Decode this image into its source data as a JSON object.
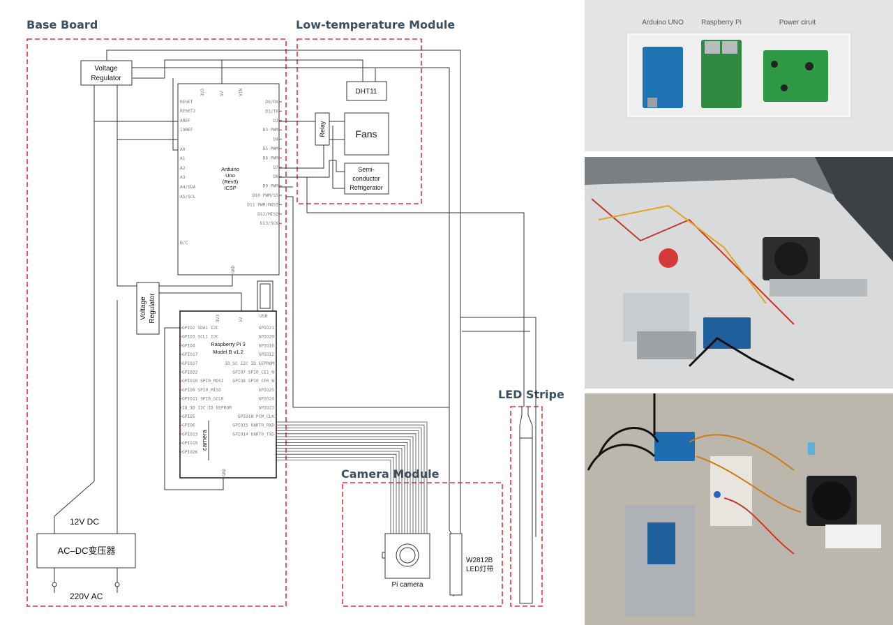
{
  "sections": {
    "base_board": "Base Board",
    "low_temp": "Low-temperature Module",
    "camera": "Camera Module",
    "led": "LED Stripe"
  },
  "components": {
    "voltage_regulator_1": [
      "Voltage",
      "Regulator"
    ],
    "voltage_regulator_2": [
      "Voltage",
      "Regulator"
    ],
    "dht11": "DHT11",
    "fans": "Fans",
    "relay": "Relay",
    "refrigerator": [
      "Semi-",
      "conductor",
      "Refrigerator"
    ],
    "arduino": [
      "Arduino",
      "Uno",
      "(Rev3)",
      "ICSP"
    ],
    "raspberry": [
      "Raspberry Pi 3",
      "Model B v1.2"
    ],
    "camera_ribbon": "camera",
    "pi_camera": "Pi camera",
    "led_strip": [
      "W2812B",
      "LED灯带"
    ],
    "power_supply": "AC–DC变压器",
    "dc_label": "12V DC",
    "ac_label": "220V AC"
  },
  "arduino_pins": {
    "top": [
      "3V3",
      "5V",
      "VIN"
    ],
    "left": [
      "RESET",
      "RESET2",
      "AREF",
      "IOREF",
      "A0",
      "A1",
      "A2",
      "A3",
      "A4/SDA",
      "A5/SCL",
      "N/C"
    ],
    "right": [
      "D0/RX",
      "D1/TX",
      "D2",
      "D3 PWM",
      "D4",
      "D5 PWM",
      "D6 PWM",
      "D7",
      "D8",
      "D9 PWM",
      "D10 PWM/SS",
      "D11 PWM/MOSI",
      "D12/MISO",
      "D13/SCK"
    ],
    "bottom": "GND"
  },
  "pi_pins": {
    "top": [
      "3V3",
      "5V",
      "USB"
    ],
    "left": [
      "GPIO2 SDA1 I2C",
      "GPIO3 SCL1 I2C",
      "GPIO4",
      "GPIO17",
      "GPIO27",
      "GPIO22",
      "GPIO10 SPI0_MOSI",
      "GPIO9 SPI0_MISO",
      "GPIO11 SPI0_SCLK",
      "ID_SD I2C ID EEPROM",
      "GPIO5",
      "GPIO6",
      "GPIO13",
      "GPIO19",
      "GPIO26"
    ],
    "right": [
      "GPIO21",
      "GPIO20",
      "GPIO16",
      "GPIO12",
      "ID_SC I2C ID EEPROM",
      "GPIO7 SPI0_CE1_N",
      "GPIO8 SPI0_CE0_N",
      "GPIO25",
      "GPIO24",
      "GPIO23",
      "GPIO18 PCM_CLK",
      "GPIO15 UART0_RXD",
      "GPIO14 UART0_TXD"
    ],
    "bottom": "GND"
  },
  "photo_boards_labels": [
    "Arduino UNO",
    "Raspberry Pi",
    "Power ciruit"
  ],
  "colors": {
    "dashed_border": "#e8303a",
    "title": "#3b4f63",
    "wire": "#333333"
  }
}
